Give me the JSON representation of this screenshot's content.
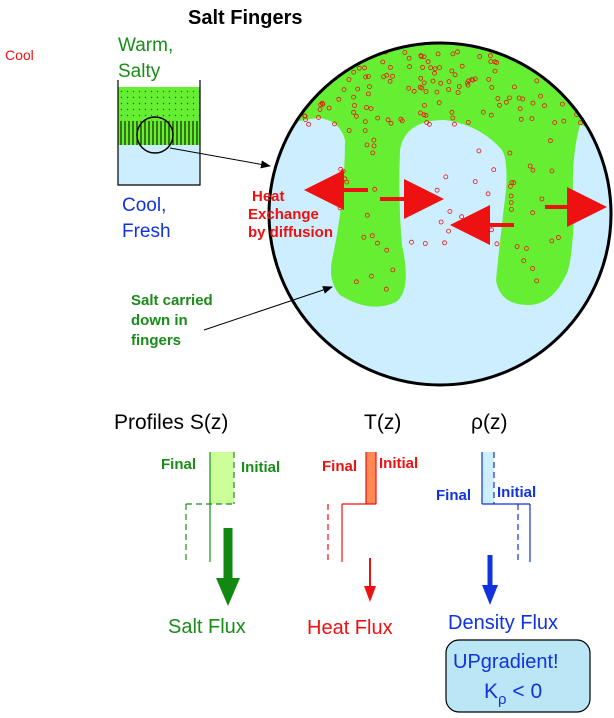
{
  "title": "Salt Fingers",
  "corner_label": "Cool",
  "beaker": {
    "top_label_line1": "Warm,",
    "top_label_line2": "Salty",
    "bottom_label_line1": "Cool,",
    "bottom_label_line2": "Fresh"
  },
  "circle": {
    "heat_label_line1": "Heat",
    "heat_label_line2": "Exchange",
    "heat_label_line3": "by diffusion"
  },
  "salt_label": {
    "line1": "Salt carried",
    "line2": "down in",
    "line3": "fingers"
  },
  "profiles": {
    "heading": "Profiles S(z)",
    "t_heading": "T(z)",
    "rho_heading": "ρ(z)",
    "s_final": "Final",
    "s_initial": "Initial",
    "t_final": "Final",
    "t_initial": "Initial",
    "rho_final": "Final",
    "rho_initial": "Initial"
  },
  "fluxes": {
    "salt": "Salt Flux",
    "heat": "Heat Flux",
    "density": "Density Flux"
  },
  "callout": {
    "line1": "UPgradient!",
    "k_symbol": "K",
    "k_subscript": "ρ",
    "k_rest": " < 0"
  },
  "colors": {
    "green_text": "#1a8c1a",
    "salty_green": "#66ee33",
    "pale_green": "#ccff99",
    "fresh_blue": "#cceeff",
    "red": "#ee1111",
    "blue_text": "#1133dd",
    "orange": "#ff8855",
    "callout_fill": "#bbe6f6"
  }
}
